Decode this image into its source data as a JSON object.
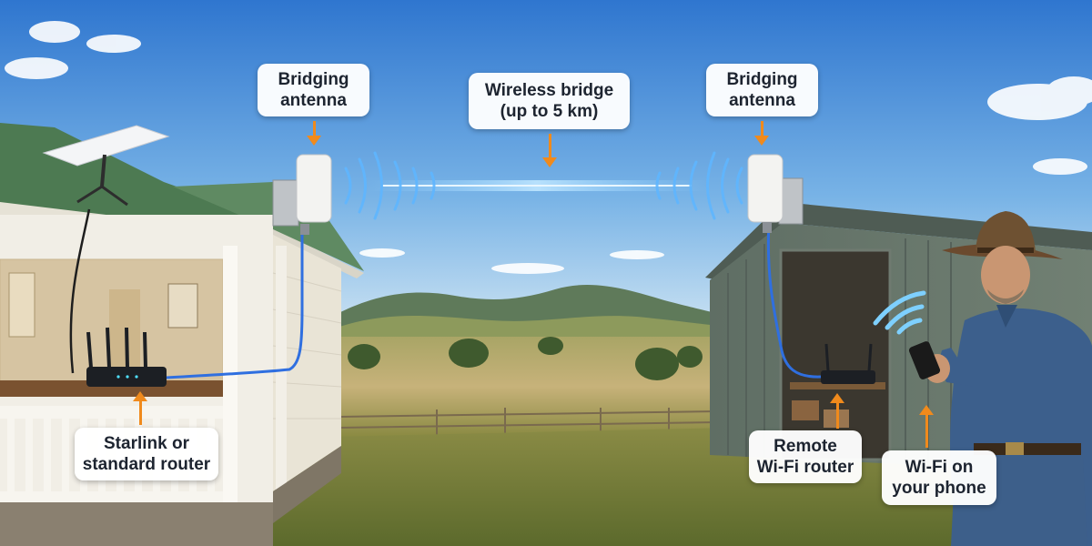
{
  "labels": {
    "antenna_left": "Bridging\nantenna",
    "bridge": "Wireless bridge\n(up to 5 km)",
    "antenna_right": "Bridging\nantenna",
    "router_left": "Starlink or\nstandard router",
    "router_right": "Remote\nWi-Fi router",
    "phone": "Wi-Fi on\nyour phone"
  },
  "colors": {
    "callout_arrow": "#f08a1c",
    "signal_wave": "#5fb6ff",
    "ethernet_cable": "#2f6fe0",
    "sky": "#3b83d6"
  },
  "icons": {
    "bridge_signal": "wireless-wave-icon",
    "phone_signal": "wifi-icon"
  }
}
